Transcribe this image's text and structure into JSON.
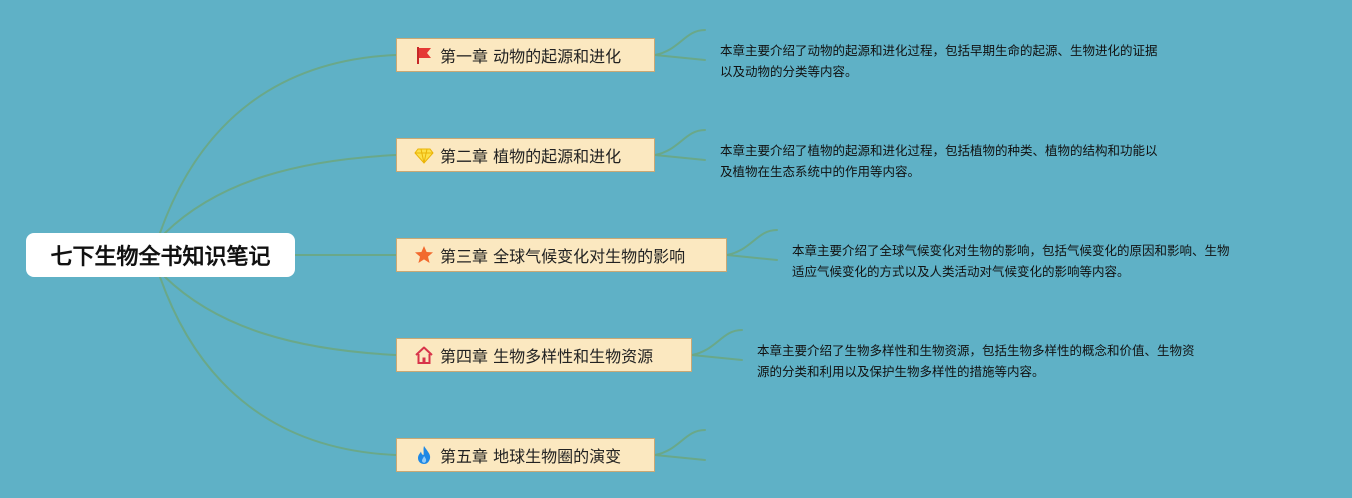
{
  "root": {
    "title": "七下生物全书知识笔记"
  },
  "chapters": [
    {
      "icon": "red-flag-icon",
      "title": "第一章 动物的起源和进化",
      "desc": [
        "本章主要介绍了动物的起源和进化过程，包括早期生命的起源、生物进化的证据",
        "以及动物的分类等内容。"
      ]
    },
    {
      "icon": "yellow-diamond-icon",
      "title": "第二章 植物的起源和进化",
      "desc": [
        "本章主要介绍了植物的起源和进化过程，包括植物的种类、植物的结构和功能以",
        "及植物在生态系统中的作用等内容。"
      ]
    },
    {
      "icon": "orange-star-icon",
      "title": "第三章 全球气候变化对生物的影响",
      "desc": [
        "本章主要介绍了全球气候变化对生物的影响，包括气候变化的原因和影响、生物",
        "适应气候变化的方式以及人类活动对气候变化的影响等内容。"
      ]
    },
    {
      "icon": "red-house-icon",
      "title": "第四章 生物多样性和生物资源",
      "desc": [
        "本章主要介绍了生物多样性和生物资源，包括生物多样性的概念和价值、生物资",
        "源的分类和利用以及保护生物多样性的措施等内容。"
      ]
    },
    {
      "icon": "blue-flame-icon",
      "title": "第五章 地球生物圈的演变",
      "desc": []
    }
  ],
  "colors": {
    "background": "#5fb1c6",
    "line": "#6aa889",
    "node_fill": "#fbe8c0"
  }
}
